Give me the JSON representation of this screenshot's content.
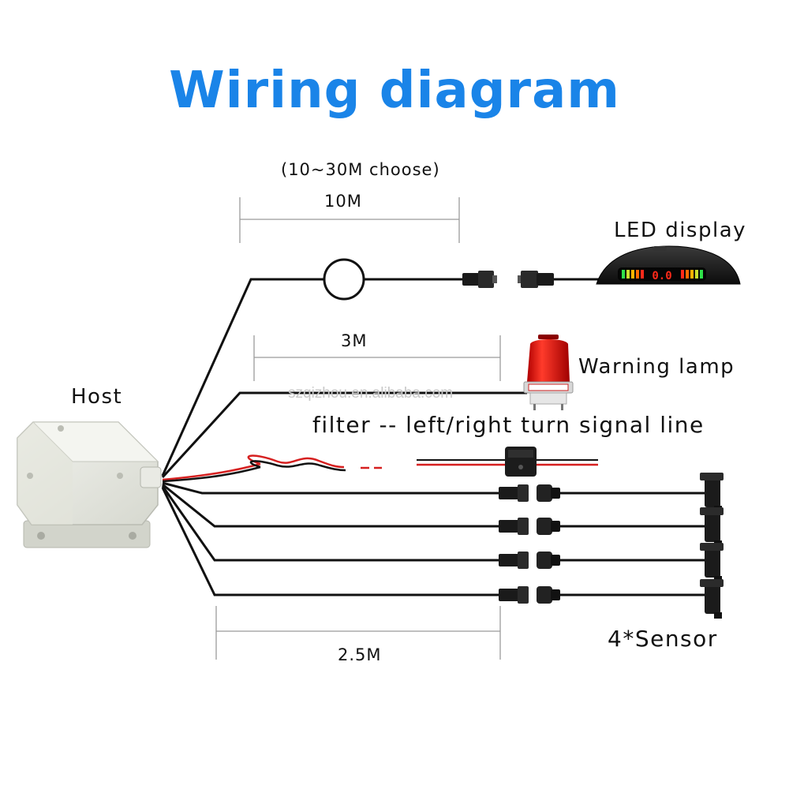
{
  "title": "Wiring diagram",
  "cable_option_note": "(10~30M choose)",
  "display_cable_length": "10M",
  "lamp_cable_length": "3M",
  "sensor_cable_length": "2.5M",
  "components": {
    "host": "Host",
    "led_display": "LED display",
    "warning_lamp": "Warning lamp",
    "filter": "filter -- left/right turn signal line",
    "sensors": "4*Sensor"
  },
  "led_readout": "0.0",
  "watermark": "szqizhou.en.alibaba.com",
  "colors": {
    "title": "#1a84e8",
    "wire": "#111111",
    "signal_wire": "#d62020",
    "lamp": "#e01010",
    "housing": "#e6e8e0"
  }
}
